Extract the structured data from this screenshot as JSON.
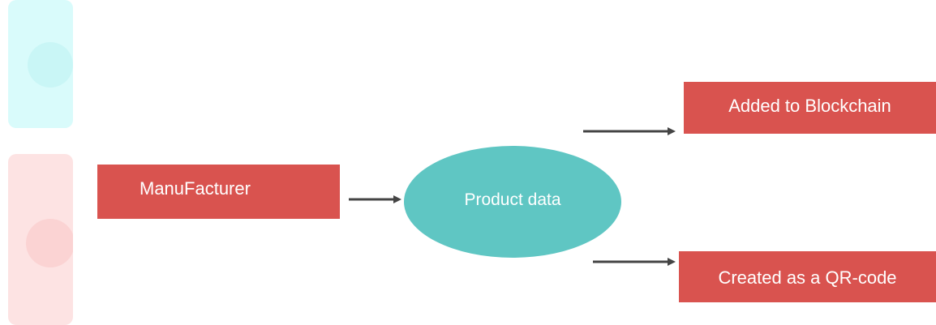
{
  "diagram": {
    "nodes": {
      "manufacturer": {
        "label": "ManuFacturer",
        "shape": "rectangle",
        "color": "#d9534f"
      },
      "product_data": {
        "label": "Product data",
        "shape": "ellipse",
        "color": "#5fc6c3"
      },
      "blockchain": {
        "label": "Added to Blockchain",
        "shape": "rectangle",
        "color": "#d9534f"
      },
      "qrcode": {
        "label": "Created as a QR-code",
        "shape": "rectangle",
        "color": "#d9534f"
      }
    },
    "edges": [
      {
        "from": "manufacturer",
        "to": "product_data"
      },
      {
        "from": "product_data",
        "to": "blockchain"
      },
      {
        "from": "product_data",
        "to": "qrcode"
      }
    ],
    "arrow_color": "#444444"
  }
}
